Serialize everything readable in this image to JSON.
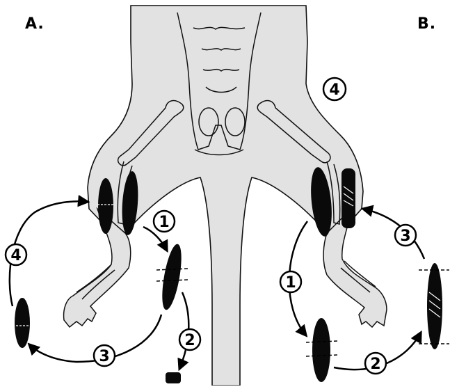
{
  "panels": {
    "a": {
      "label": "A."
    },
    "b": {
      "label": "B."
    }
  },
  "steps": {
    "a": [
      "1",
      "2",
      "3",
      "4"
    ],
    "b": [
      "1",
      "2",
      "3",
      "4"
    ]
  },
  "colors": {
    "body_fill": "#e2e2e2",
    "outline": "#111111",
    "muscle": "#0a0a0a",
    "background": "#ffffff"
  }
}
